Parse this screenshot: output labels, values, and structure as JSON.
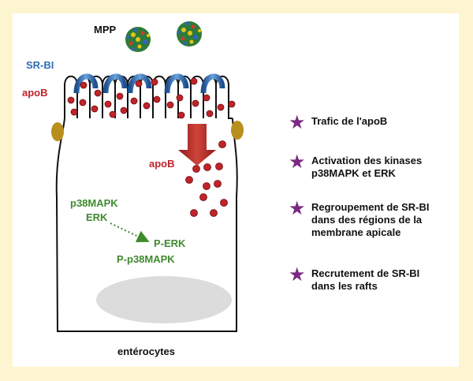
{
  "labels": {
    "mpp": "MPP",
    "srbi": "SR-BI",
    "apob_left": "apoB",
    "apob_inside": "apoB",
    "p38mapk": "p38MAPK",
    "erk": "ERK",
    "p_erk": "P-ERK",
    "p_p38mapk": "P-p38MAPK",
    "cell": "entérocytes"
  },
  "legend": [
    {
      "text": "Trafic de l'apoB"
    },
    {
      "text": "Activation des kinases\np38MAPK et ERK"
    },
    {
      "text": "Regroupement de SR-BI\ndans des régions de la\nmembrane apicale"
    },
    {
      "text": "Recrutement de SR-BI\ndans les rafts"
    }
  ],
  "colors": {
    "background": "#fdf5cf",
    "apob_red": "#c0232b",
    "srbi_blue": "#2f6fb3",
    "kinase_green": "#3f8a2e",
    "star_purple": "#7a2a82",
    "junction_gold": "#b88f1c",
    "nucleus_grey": "#dcdcdc"
  }
}
